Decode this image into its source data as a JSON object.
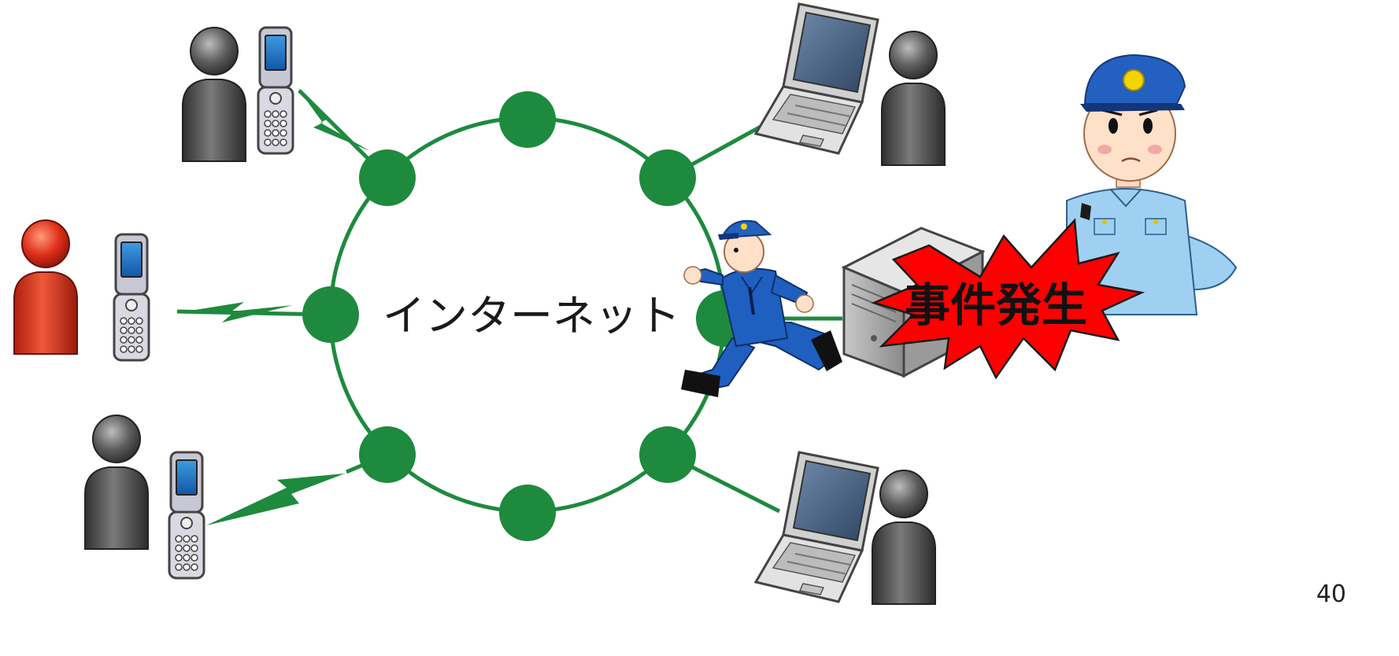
{
  "diagram": {
    "center_label": "インターネット",
    "incident_label": "事件発生",
    "page_number": "40"
  },
  "colors": {
    "network_green": "#1e8a3e",
    "burst_red": "#ff0000",
    "person_gray": "#4a4a4a",
    "suspect_red": "#d62a10",
    "police_blue": "#1f5fbf",
    "uniform_light": "#9fd0f2"
  },
  "icons": [
    "person-icon",
    "flip-phone-icon",
    "laptop-icon",
    "server-tower-icon",
    "police-officer-icon",
    "lightning-link-icon"
  ]
}
